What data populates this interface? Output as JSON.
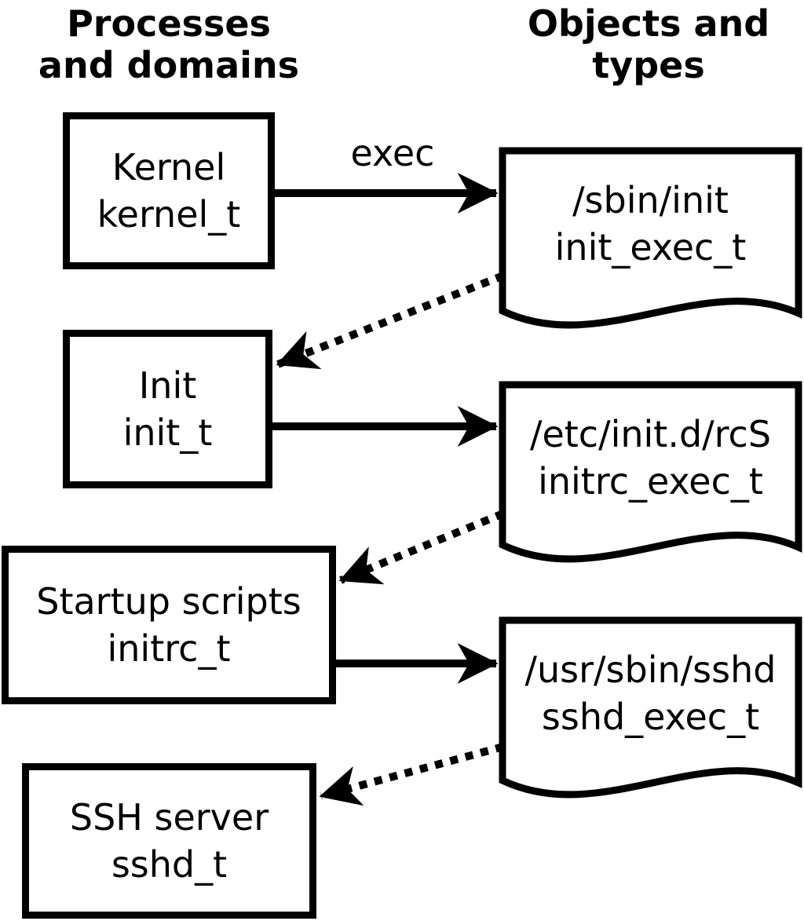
{
  "headers": {
    "left_line1": "Processes",
    "left_line2": "and domains",
    "right_line1": "Objects and",
    "right_line2": "types"
  },
  "process_boxes": [
    {
      "label": "Kernel",
      "domain": "kernel_t"
    },
    {
      "label": "Init",
      "domain": "init_t"
    },
    {
      "label": "Startup scripts",
      "domain": "initrc_t"
    },
    {
      "label": "SSH server",
      "domain": "sshd_t"
    }
  ],
  "object_docs": [
    {
      "path": "/sbin/init",
      "type": "init_exec_t"
    },
    {
      "path": "/etc/init.d/rcS",
      "type": "initrc_exec_t"
    },
    {
      "path": "/usr/sbin/sshd",
      "type": "sshd_exec_t"
    }
  ],
  "edge_labels": {
    "exec": "exec"
  },
  "colors": {
    "foreground": "#000000",
    "background": "#ffffff"
  }
}
